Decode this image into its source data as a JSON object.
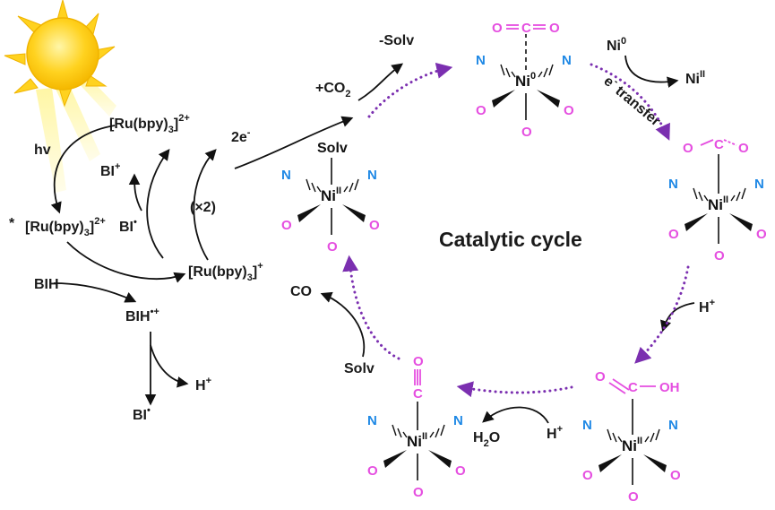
{
  "photo": {
    "hv": "hv",
    "ru2_star_prefix": "*",
    "ru2_star": "[Ru(bpy)",
    "ru_sub": "3",
    "ru2_sup": "2+",
    "ru2": "[Ru(bpy)",
    "ru1": "[Ru(bpy)",
    "ru1_sup": "+",
    "bih": "BIH",
    "bih_rad": "BIH",
    "bih_rad_sup": "•+",
    "bi_rad": "BI",
    "bi_rad_sup": "•",
    "bi_plus": "BI",
    "bi_plus_sup": "+",
    "bi_bottom": "BI",
    "bi_bottom_sup": "•",
    "h_plus": "H",
    "h_plus_sup": "+",
    "times2": "(×2)",
    "two_e": "2e",
    "two_e_sup": "-"
  },
  "cycle": {
    "title": "Catalytic cycle",
    "plus_co2": "+CO",
    "plus_co2_sub": "2",
    "minus_solv": "-Solv",
    "ni0_in": "Ni",
    "ni0_in_sup": "0",
    "nii_out": "Ni",
    "nii_out_sup": "II",
    "e_transfer_e": "e",
    "e_transfer_sup": "-",
    "e_transfer": " transfer",
    "h_plus_right": "H",
    "h_plus_right_sup": "+",
    "h_plus_bottom": "H",
    "h_plus_bottom_sup": "+",
    "h2o": "H",
    "h2o_sub": "2",
    "h2o_o": "O",
    "co": "CO",
    "solv_in": "Solv"
  },
  "complexes": {
    "c1": {
      "metal": "Ni",
      "ox": "II",
      "axial": "Solv",
      "n": "N",
      "o": "O"
    },
    "c2": {
      "metal": "Ni",
      "ox": "0",
      "c": "C",
      "o": "O",
      "n": "N"
    },
    "c3": {
      "metal": "Ni",
      "ox": "II",
      "c": "C",
      "o": "O",
      "n": "N"
    },
    "c4": {
      "metal": "Ni",
      "ox": "II",
      "c": "C",
      "o": "O",
      "oh": "OH",
      "n": "N"
    },
    "c5": {
      "metal": "Ni",
      "ox": "II",
      "c": "C",
      "o": "O",
      "n": "N"
    }
  },
  "colors": {
    "oxygen": "#e54ee0",
    "nitrogen": "#1e88e5",
    "cycle_arrow": "#7b2fb0",
    "sun": "#ffd21f"
  }
}
